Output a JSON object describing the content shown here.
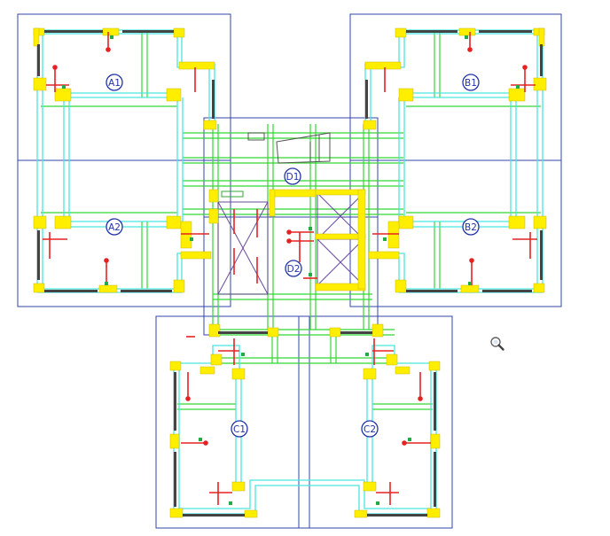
{
  "colors": {
    "frame": "#3344aa",
    "wall": "#49e6df",
    "beam": "#33d633",
    "column": "#ffee00",
    "rebar": "#e52222",
    "hatch": "#333333",
    "label": "#2233aa",
    "core": "#6a4a9a"
  },
  "zones": {
    "A1": "A1",
    "A2": "A2",
    "B1": "B1",
    "B2": "B2",
    "C1": "C1",
    "C2": "C2",
    "D1": "D1",
    "D2": "D2"
  },
  "tools": {
    "zoom_icon": "magnifier-icon"
  }
}
